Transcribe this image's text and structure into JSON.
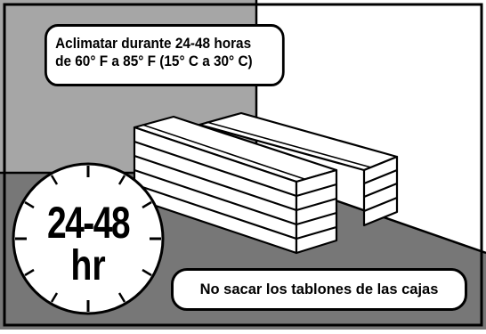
{
  "callout_top": {
    "line1": "Aclimatar durante 24-48 horas",
    "line2": "de 60° F a 85° F (15° C a 30° C)"
  },
  "callout_bottom": {
    "text": "No sacar los tablones de las cajas"
  },
  "clock": {
    "hours": "24-48",
    "unit": "hr"
  },
  "colors": {
    "back_wall": "#a6a6a6",
    "side_wall": "#ffffff",
    "floor": "#777777",
    "outline": "#000000",
    "plank": "#ffffff"
  }
}
